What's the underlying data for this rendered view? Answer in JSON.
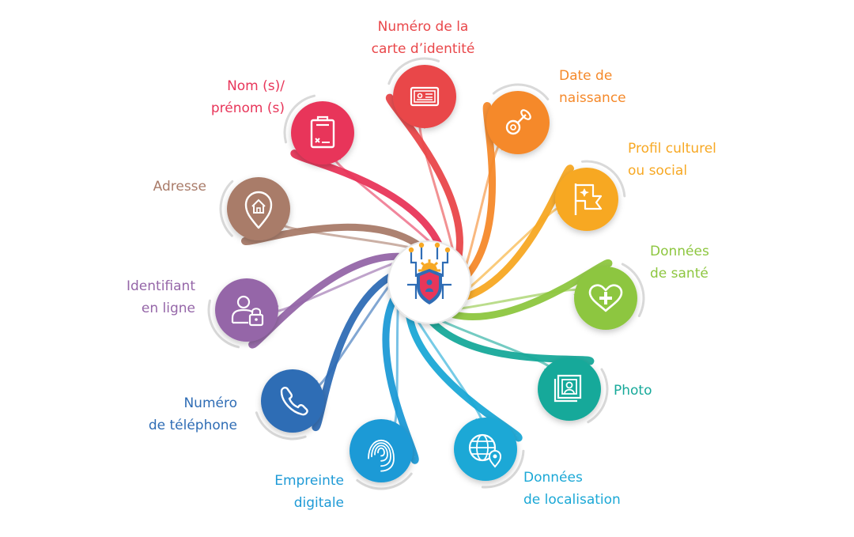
{
  "center": {
    "icon": "data-protection-shield-icon"
  },
  "items": [
    {
      "id": "id-card",
      "lines": [
        "Numéro de la",
        "carte d’identité"
      ],
      "color": "#e9474a",
      "icon": "id-card-icon"
    },
    {
      "id": "birth-date",
      "lines": [
        "Date de",
        "naissance"
      ],
      "color": "#f5892a",
      "icon": "pacifier-icon"
    },
    {
      "id": "cultural-profile",
      "lines": [
        "Profil culturel",
        "ou social"
      ],
      "color": "#f7a823",
      "icon": "flag-icon"
    },
    {
      "id": "health-data",
      "lines": [
        "Données",
        "de santé"
      ],
      "color": "#8dc63f",
      "icon": "heart-plus-icon"
    },
    {
      "id": "photo",
      "lines": [
        "Photo"
      ],
      "color": "#17a99a",
      "icon": "photo-icon"
    },
    {
      "id": "location-data",
      "lines": [
        "Données",
        "de localisation"
      ],
      "color": "#1ba8d6",
      "icon": "globe-pin-icon"
    },
    {
      "id": "fingerprint",
      "lines": [
        "Empreinte",
        "digitale"
      ],
      "color": "#1e9ad6",
      "icon": "fingerprint-icon"
    },
    {
      "id": "phone-number",
      "lines": [
        "Numéro",
        "de téléphone"
      ],
      "color": "#2f6db5",
      "icon": "phone-icon"
    },
    {
      "id": "online-id",
      "lines": [
        "Identifiant",
        "en ligne"
      ],
      "color": "#9566a8",
      "icon": "user-lock-icon"
    },
    {
      "id": "address",
      "lines": [
        "Adresse"
      ],
      "color": "#a97b69",
      "icon": "home-pin-icon"
    },
    {
      "id": "name",
      "lines": [
        "Nom (s)/",
        "prénom (s)"
      ],
      "color": "#e8365a",
      "icon": "clipboard-icon"
    }
  ]
}
